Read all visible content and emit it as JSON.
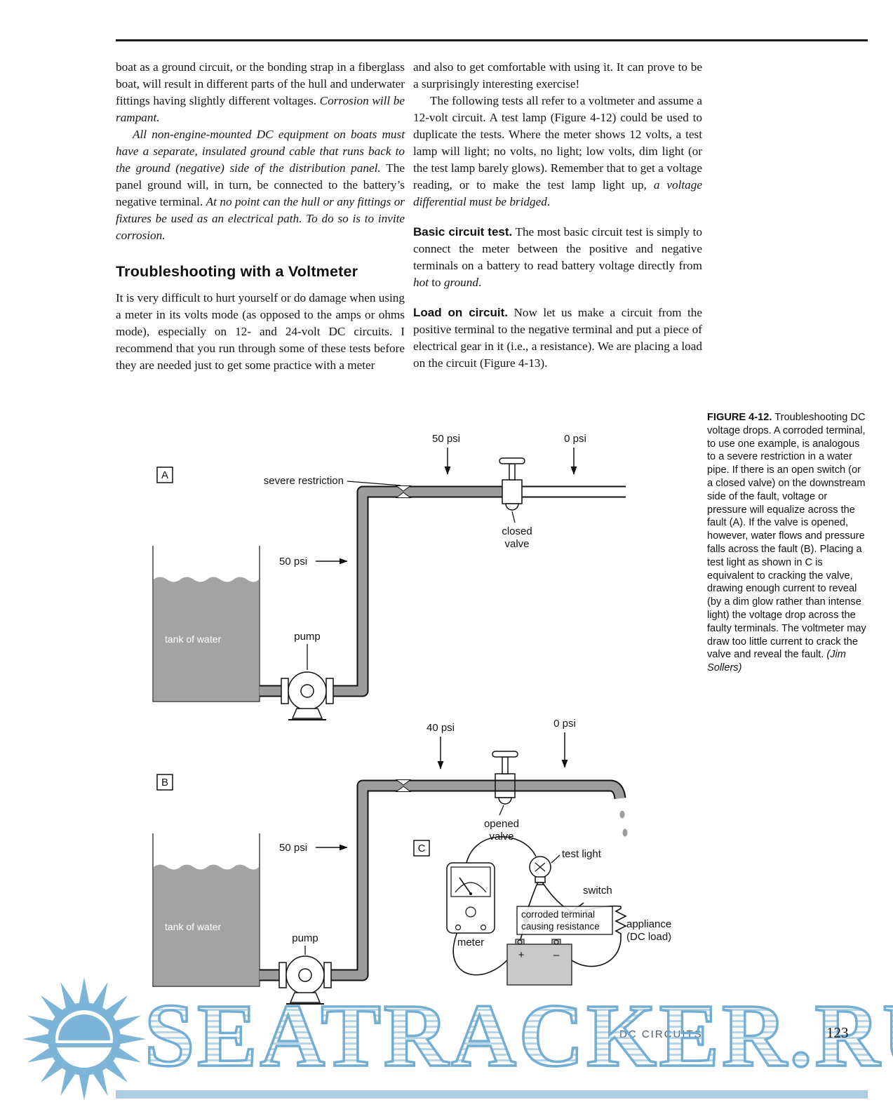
{
  "page": {
    "watermark": "SEATRACKER.RU",
    "footer": {
      "section": "DC CIRCUITS",
      "page_number": "123"
    }
  },
  "colors": {
    "watermark_blue": "#7db5d8",
    "footer_bar_blue": "#aecde1",
    "pipe_gray": "#9c9c9c",
    "water_gray": "#a3a3a3"
  },
  "left_column": {
    "p1": {
      "normal": "boat as a ground circuit, or the bonding strap in a fiberglass boat, will result in different parts of the hull and underwater fittings having slightly different voltages. ",
      "italic": "Corrosion will be rampant."
    },
    "p2": {
      "italic1": "All non-engine-mounted DC equipment on boats must have a separate, insulated ground cable that runs back to the ground (negative) side of the distribution panel. ",
      "normal": "The panel ground will, in turn, be connected to the battery’s negative terminal. ",
      "italic2": "At no point can the hull or any fittings or fixtures be used as an electrical path. To do so is to invite corrosion."
    },
    "heading": "Troubleshooting with a Voltmeter",
    "p3": "It is very difficult to hurt yourself or do damage when using a meter in its volts mode (as opposed to the amps or ohms mode), especially on 12- and 24-volt DC circuits. I recommend that you run through some of these tests before they are needed just to get some practice with a meter"
  },
  "right_column": {
    "p1": "and also to get comfortable with using it. It can prove to be a surprisingly interesting exercise!",
    "p2": {
      "normal": "The following tests all refer to a voltmeter and assume a 12-volt circuit. A test lamp (Figure 4-12) could be used to duplicate the tests. Where the meter shows 12 volts, a test lamp will light; no volts, no light; low volts, dim light (or the test lamp barely glows). Remember that to get a voltage reading, or to make the test lamp light up, ",
      "italic": "a voltage differential must be bridged",
      "period": "."
    },
    "basic": {
      "head": "Basic circuit test.",
      "body": " The most basic circuit test is simply to connect the meter between the positive and negative terminals on a battery to read battery voltage directly from ",
      "hot": "hot",
      "mid": " to ",
      "ground": "ground",
      "period": "."
    },
    "load": {
      "head": "Load on circuit.",
      "body": " Now let us make a circuit from the positive terminal to the negative terminal and put a piece of electrical gear in it (i.e., a resistance). We are placing a load on the circuit (Figure 4-13)."
    }
  },
  "caption": {
    "label": "FIGURE 4-12.",
    "body": " Troubleshooting DC voltage drops. A corroded terminal, to use one example, is analogous to a severe restriction in a water pipe. If there is an open switch (or a closed valve) on the downstream side of the fault, voltage or pressure will equalize across the fault (A). If the valve is opened, however, water flows and pressure falls across the fault (B). Placing a test light as shown in C is equivalent to cracking the valve, drawing enough current to reveal (by a dim glow rather than intense light) the voltage drop across the faulty terminals. The voltmeter may draw too little current to crack the valve and reveal the fault. ",
    "credit": "(Jim Sollers)"
  },
  "figure": {
    "diagram_a": {
      "label": "A",
      "psi_top": "50 psi",
      "psi_zero": "0 psi",
      "severe_restriction": "severe restriction",
      "valve_line1": "closed",
      "valve_line2": "valve",
      "psi_left": "50 psi",
      "tank": "tank of water",
      "pump": "pump"
    },
    "diagram_b": {
      "label": "B",
      "psi_top": "40 psi",
      "psi_zero": "0 psi",
      "valve_line1": "opened",
      "valve_line2": "valve",
      "psi_left": "50 psi",
      "tank": "tank of water",
      "pump": "pump"
    },
    "diagram_c": {
      "label": "C",
      "test_light": "test light",
      "switch": "switch",
      "corroded_line1": "corroded terminal",
      "corroded_line2": "causing resistance",
      "appliance_line1": "appliance",
      "appliance_line2": "(DC load)",
      "meter": "meter",
      "battery_plus": "+",
      "battery_minus": "–"
    }
  }
}
